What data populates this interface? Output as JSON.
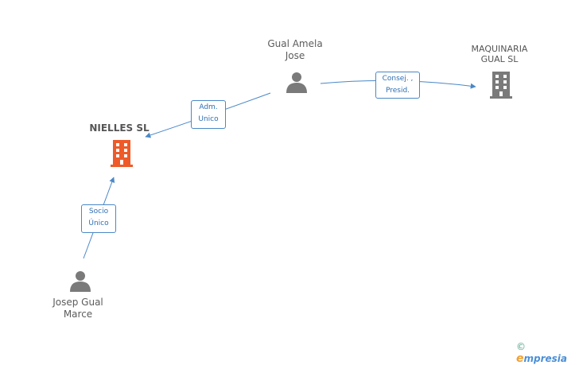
{
  "nodes": {
    "gual_amela": {
      "label": "Gual Amela\nJose",
      "type": "person"
    },
    "maquinaria": {
      "label": "MAQUINARIA\nGUAL SL",
      "type": "company"
    },
    "nielles": {
      "label": "NIELLES SL",
      "type": "company-main"
    },
    "josep_gual": {
      "label": "Josep Gual\nMarce",
      "type": "person"
    }
  },
  "relations": {
    "consej": {
      "label": "Consej. ,\nPresid."
    },
    "adm": {
      "label": "Adm.\nUnico"
    },
    "socio": {
      "label": "Socio\nÚnico"
    }
  },
  "colors": {
    "edge": "#4a88c7",
    "person": "#7a7a7a",
    "company": "#7a7a7a",
    "main_company": "#ee5a2a"
  },
  "watermark": {
    "copyright": "©",
    "brand_e": "e",
    "brand_rest": "mpresia"
  }
}
